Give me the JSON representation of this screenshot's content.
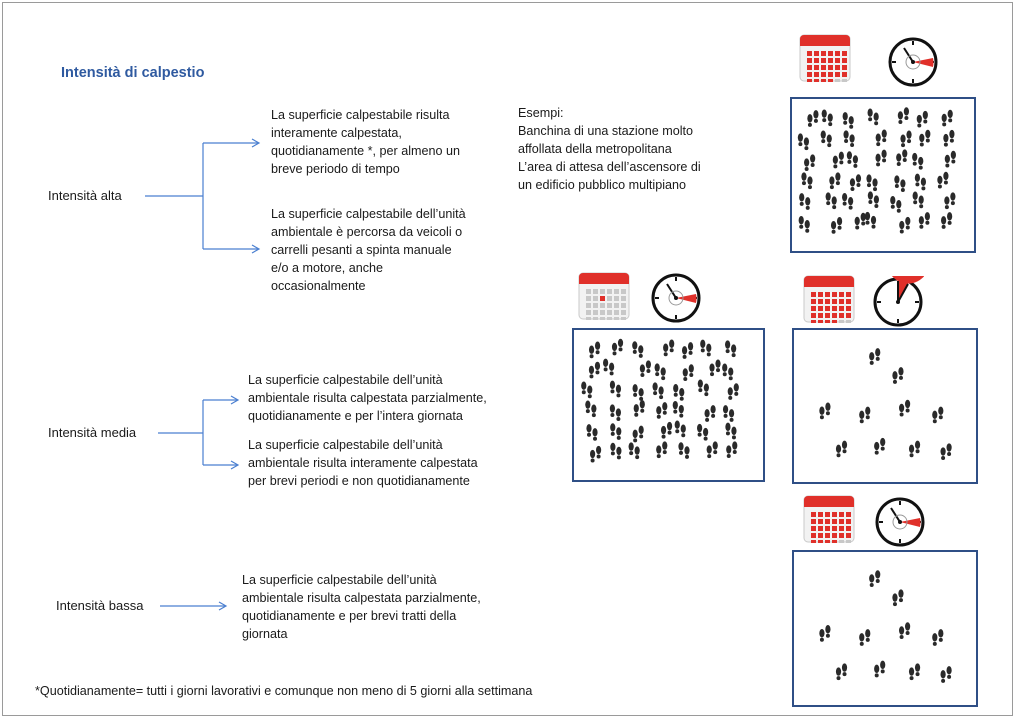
{
  "title": "Intensità di calpestio",
  "levels": {
    "alta": {
      "label": "Intensità alta",
      "desc1": [
        "La superficie calpestabile risulta",
        "interamente calpestata,",
        "quotidianamente *, per almeno un",
        "breve periodo di tempo"
      ],
      "desc2": [
        "La superficie calpestabile dell’unità",
        "ambientale è percorsa da veicoli o",
        "carrelli pesanti a spinta manuale",
        "e/o a motore, anche",
        "occasionalmente"
      ]
    },
    "media": {
      "label": "Intensità media",
      "desc1": [
        "La superficie calpestabile dell’unità",
        "ambientale risulta calpestata parzialmente,",
        "quotidianamente e per l’intera giornata"
      ],
      "desc2": [
        "La superficie calpestabile dell’unità",
        "ambientale risulta interamente calpestata",
        "per brevi periodi e non quotidianamente"
      ]
    },
    "bassa": {
      "label": "Intensità bassa",
      "desc": [
        "La superficie calpestabile dell’unità",
        "ambientale risulta calpestata parzialmente,",
        "quotidianamente e per brevi tratti della",
        "giornata"
      ]
    }
  },
  "examples": [
    "Esempi:",
    "Banchina di una stazione molto",
    "affollata della metropolitana",
    "L’area di attesa dell’ascensore di",
    "un edificio pubblico multipiano"
  ],
  "footnote": "*Quotidianamente= tutti i giorni lavorativi e comunque non meno di 5 giorni alla settimana",
  "colors": {
    "accent": "#2f5aa0",
    "panel_border": "#2f4f86",
    "calendar_red": "#e0302a",
    "arrow": "#4a7fd0"
  },
  "icons": [
    "calendar-icon",
    "clock-icon",
    "footprints-icon"
  ]
}
